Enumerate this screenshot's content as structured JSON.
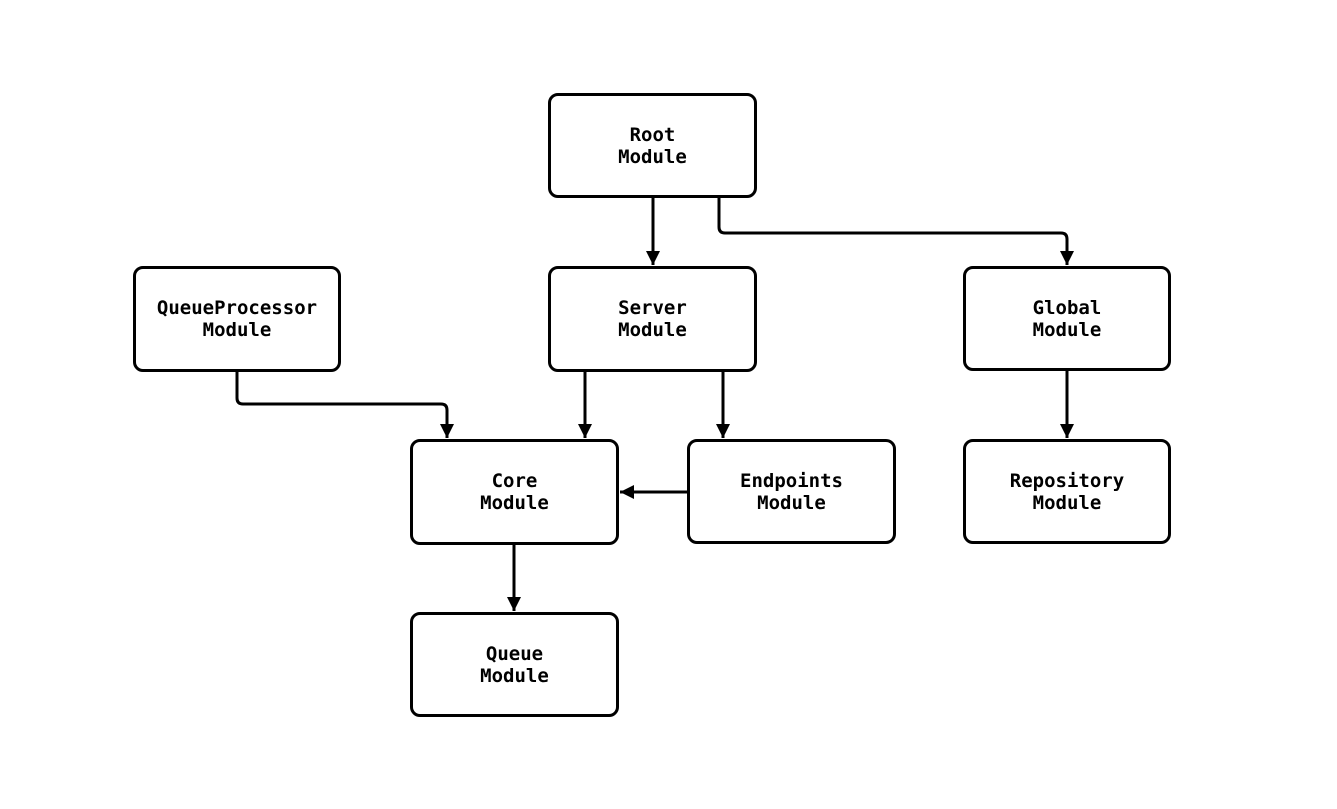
{
  "diagram": {
    "type": "flowchart-dependency-graph",
    "background_color": "#ffffff",
    "node_fill_color": "#ffffff",
    "node_border_color": "#000000",
    "edge_color": "#000000",
    "text_color": "#000000",
    "nodes": [
      {
        "id": "root",
        "label": "Root Module",
        "line1": "Root",
        "line2": "Module"
      },
      {
        "id": "queueprocessor",
        "label": "QueueProcessor Module",
        "line1": "QueueProcessor",
        "line2": "Module"
      },
      {
        "id": "server",
        "label": "Server Module",
        "line1": "Server",
        "line2": "Module"
      },
      {
        "id": "global",
        "label": "Global Module",
        "line1": "Global",
        "line2": "Module"
      },
      {
        "id": "core",
        "label": "Core Module",
        "line1": "Core",
        "line2": "Module"
      },
      {
        "id": "endpoints",
        "label": "Endpoints Module",
        "line1": "Endpoints",
        "line2": "Module"
      },
      {
        "id": "repository",
        "label": "Repository Module",
        "line1": "Repository",
        "line2": "Module"
      },
      {
        "id": "queue",
        "label": "Queue Module",
        "line1": "Queue",
        "line2": "Module"
      }
    ],
    "edges": [
      {
        "from": "root",
        "to": "server"
      },
      {
        "from": "root",
        "to": "global"
      },
      {
        "from": "queueprocessor",
        "to": "core"
      },
      {
        "from": "server",
        "to": "core"
      },
      {
        "from": "server",
        "to": "endpoints"
      },
      {
        "from": "endpoints",
        "to": "core"
      },
      {
        "from": "global",
        "to": "repository"
      },
      {
        "from": "core",
        "to": "queue"
      }
    ]
  }
}
